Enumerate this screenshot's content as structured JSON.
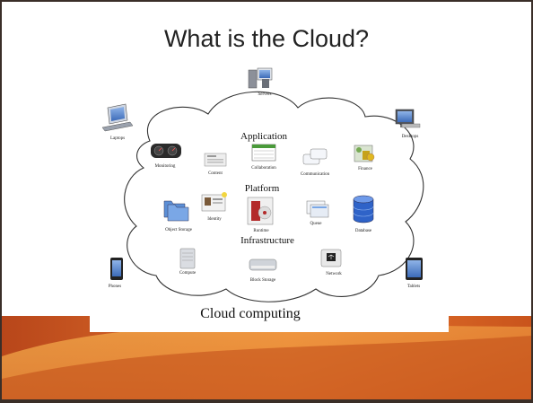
{
  "slide": {
    "title": "What is the Cloud?"
  },
  "diagram": {
    "caption": "Cloud computing",
    "layers": {
      "application": "Application",
      "platform": "Platform",
      "infrastructure": "Infrastructure"
    },
    "outside": {
      "servers": "Servers",
      "laptops": "Laptops",
      "desktops": "Desktops",
      "phones": "Phones",
      "tablets": "Tablets"
    },
    "application_items": {
      "monitoring": "Monitoring",
      "content": "Content",
      "collaboration": "Collaboration",
      "communication": "Communication",
      "finance": "Finance"
    },
    "platform_items": {
      "object_storage": "Object Storage",
      "identity": "Identity",
      "runtime": "Runtime",
      "queue": "Queue",
      "database": "Database"
    },
    "infrastructure_items": {
      "compute": "Compute",
      "block_storage": "Block Storage",
      "network": "Network"
    }
  },
  "colors": {
    "footer_dark": "#a83c14",
    "footer_mid": "#e0702c",
    "footer_light": "#f2a94a",
    "frame": "#3a2e28"
  }
}
